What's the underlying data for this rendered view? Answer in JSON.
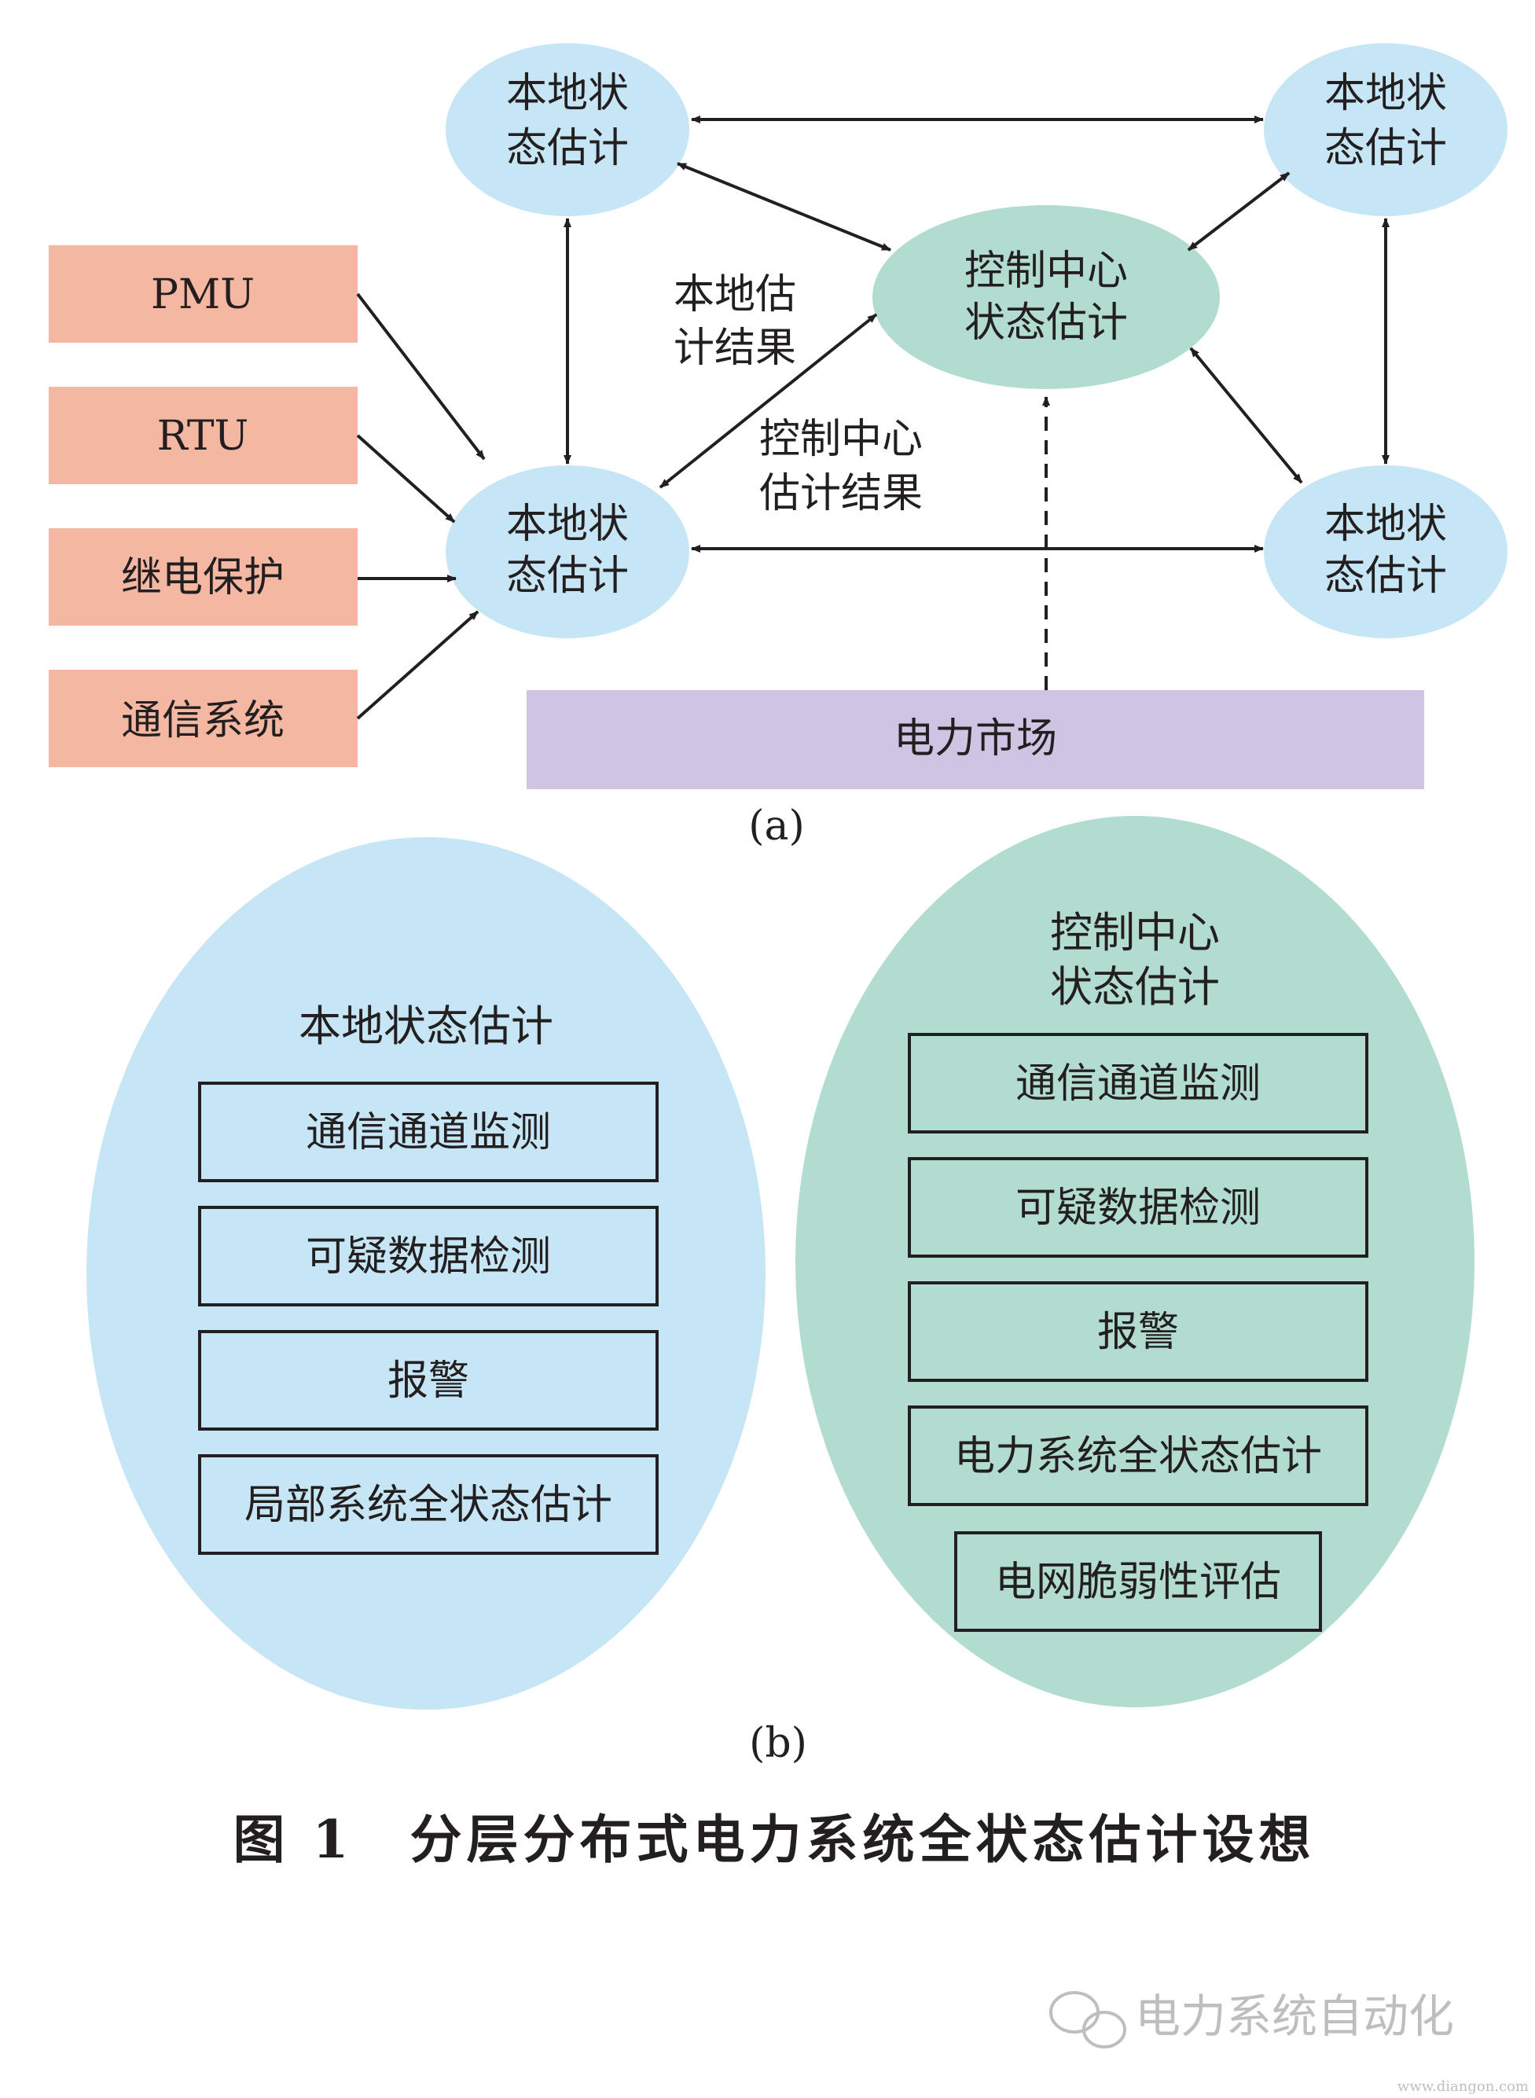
{
  "diagram_a": {
    "nodes": {
      "local_top_left": [
        "本地状",
        "态估计"
      ],
      "local_top_right": [
        "本地状",
        "态估计"
      ],
      "control_center": [
        "控制中心",
        "状态估计"
      ],
      "local_center": [
        "本地状",
        "态估计"
      ],
      "local_bottom_right": [
        "本地状",
        "态估计"
      ]
    },
    "inputs": [
      "PMU",
      "RTU",
      "继电保护",
      "通信系统"
    ],
    "edge_labels": {
      "local_result": [
        "本地估",
        "计结果"
      ],
      "control_result": [
        "控制中心",
        "估计结果"
      ]
    },
    "market": "电力市场",
    "caption": "(a)"
  },
  "diagram_b": {
    "local": {
      "title": "本地状态估计",
      "items": [
        "通信通道监测",
        "可疑数据检测",
        "报警",
        "局部系统全状态估计"
      ]
    },
    "control": {
      "title": [
        "控制中心",
        "状态估计"
      ],
      "items": [
        "通信通道监测",
        "可疑数据检测",
        "报警",
        "电力系统全状态估计",
        "电网脆弱性评估"
      ]
    },
    "caption": "(b)"
  },
  "figure_title": "图 1　分层分布式电力系统全状态估计设想",
  "watermark": {
    "text": "电力系统自动化",
    "url": "www.diangon.com"
  },
  "colors": {
    "local_fill": "#c7e6f5",
    "control_fill": "#b3dcd0",
    "input_fill": "#f4b8a2",
    "market_fill": "#cfc5e2",
    "line": "#231f20"
  }
}
